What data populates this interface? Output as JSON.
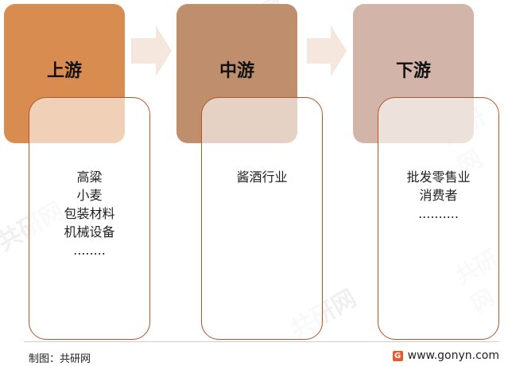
{
  "stages": [
    {
      "title": "上游",
      "color": "#d98c4f",
      "items": [
        "高粱",
        "小麦",
        "包装材料",
        "机械设备",
        "........"
      ]
    },
    {
      "title": "中游",
      "color": "#bf8f6d",
      "items": [
        "酱酒行业"
      ]
    },
    {
      "title": "下游",
      "color": "#d2b4a8",
      "items": [
        "批发零售业",
        "消费者",
        ".........."
      ]
    }
  ],
  "arrow_color": "#f6e7de",
  "footer": {
    "source": "制图：共研网",
    "url": "www.gonyn.com",
    "logo_glyph": "G"
  },
  "watermark": {
    "text": "共研网",
    "subtext": "www.gonyn.com"
  }
}
